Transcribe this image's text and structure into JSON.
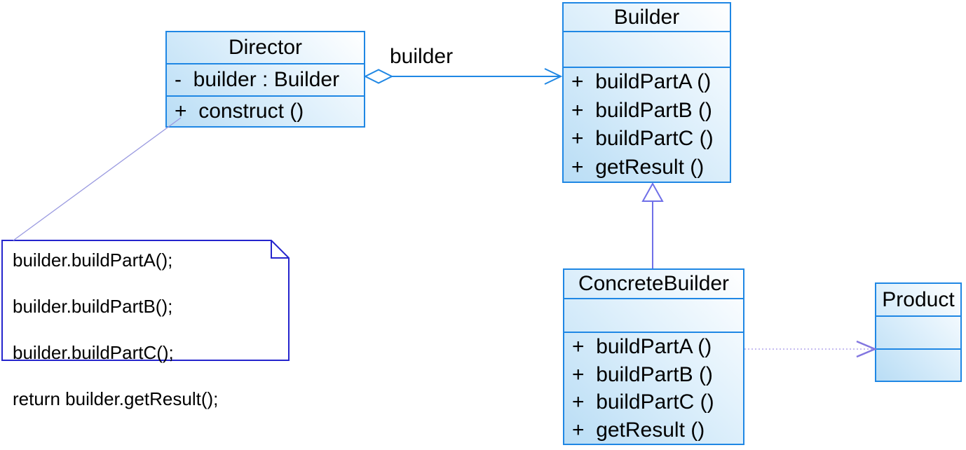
{
  "classes": {
    "director": {
      "name": "Director",
      "attributes": [
        "-  builder : Builder"
      ],
      "methods": [
        "+  construct ()"
      ]
    },
    "builder": {
      "name": "Builder",
      "attributes": [],
      "methods": [
        "+  buildPartA ()",
        "+  buildPartB ()",
        "+  buildPartC ()",
        "+  getResult ()"
      ]
    },
    "concrete_builder": {
      "name": "ConcreteBuilder",
      "attributes": [],
      "methods": [
        "+  buildPartA ()",
        "+  buildPartB ()",
        "+  buildPartC ()",
        "+  getResult ()"
      ]
    },
    "product": {
      "name": "Product",
      "attributes": [],
      "methods": []
    }
  },
  "note": {
    "line1": "builder.buildPartA();",
    "line2": "builder.buildPartB();",
    "line3": "builder.buildPartC();",
    "line4": "return builder.getResult();"
  },
  "relations": {
    "aggregation_label": "builder",
    "director_builder": "aggregation (hollow diamond at Director, open arrow at Builder)",
    "concretebuilder_builder": "generalization (hollow triangle at Builder)",
    "concretebuilder_product": "dashed dependency (open arrow at Product)",
    "note_director": "note anchor line"
  },
  "icons": {
    "aggregation": "open-diamond",
    "generalization": "hollow-triangle",
    "dependency": "open-arrow"
  },
  "colors": {
    "class_border": "#1f87e4",
    "class_fill_light": "#ffffff",
    "class_fill_dark": "#b9ddf5",
    "association": "#1f87e4",
    "generalization": "#6f6fe8",
    "dependency_line": "#b2a6ec",
    "dependency_arrow": "#8276e0",
    "note_border": "#2525cd",
    "note_link": "#9a9ae0",
    "text": "#000000"
  }
}
